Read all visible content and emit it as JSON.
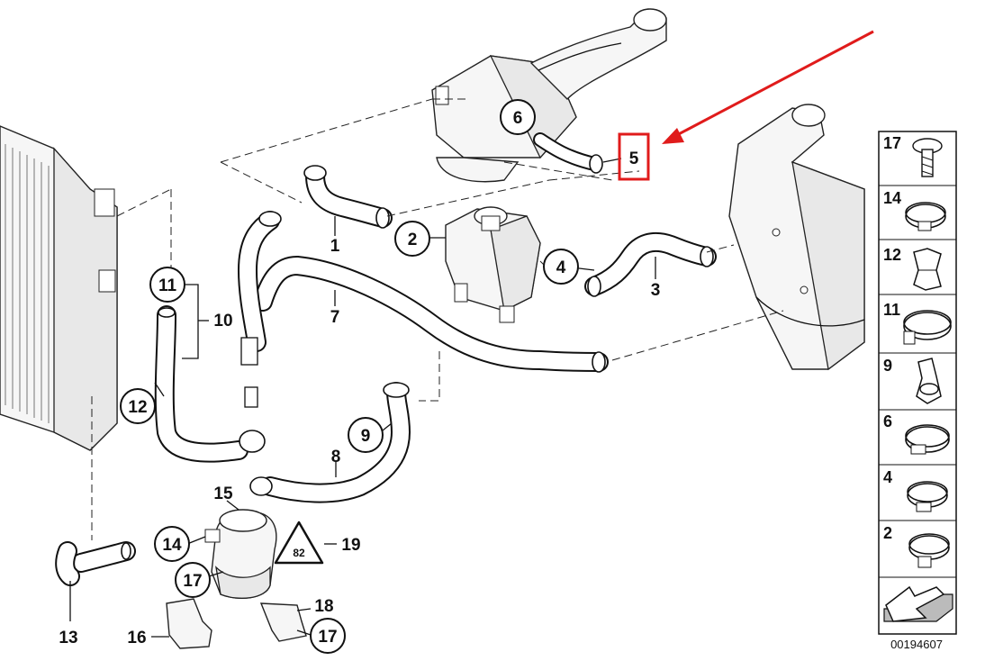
{
  "diagram": {
    "callouts": [
      {
        "id": "c1",
        "text": "1"
      },
      {
        "id": "c2",
        "text": "2"
      },
      {
        "id": "c3",
        "text": "3"
      },
      {
        "id": "c4",
        "text": "4"
      },
      {
        "id": "c5",
        "text": "5"
      },
      {
        "id": "c6",
        "text": "6"
      },
      {
        "id": "c7",
        "text": "7"
      },
      {
        "id": "c8",
        "text": "8"
      },
      {
        "id": "c9",
        "text": "9"
      },
      {
        "id": "c10",
        "text": "10"
      },
      {
        "id": "c11",
        "text": "11"
      },
      {
        "id": "c12",
        "text": "12"
      },
      {
        "id": "c13",
        "text": "13"
      },
      {
        "id": "c14",
        "text": "14"
      },
      {
        "id": "c15",
        "text": "15"
      },
      {
        "id": "c16",
        "text": "16"
      },
      {
        "id": "c17a",
        "text": "17"
      },
      {
        "id": "c17b",
        "text": "17"
      },
      {
        "id": "c18",
        "text": "18"
      },
      {
        "id": "c19",
        "text": "19"
      }
    ],
    "legend": [
      "17",
      "14",
      "12",
      "11",
      "9",
      "6",
      "4",
      "2"
    ],
    "drawing_number": "00194607",
    "highlight_color": "#e01b1b"
  }
}
